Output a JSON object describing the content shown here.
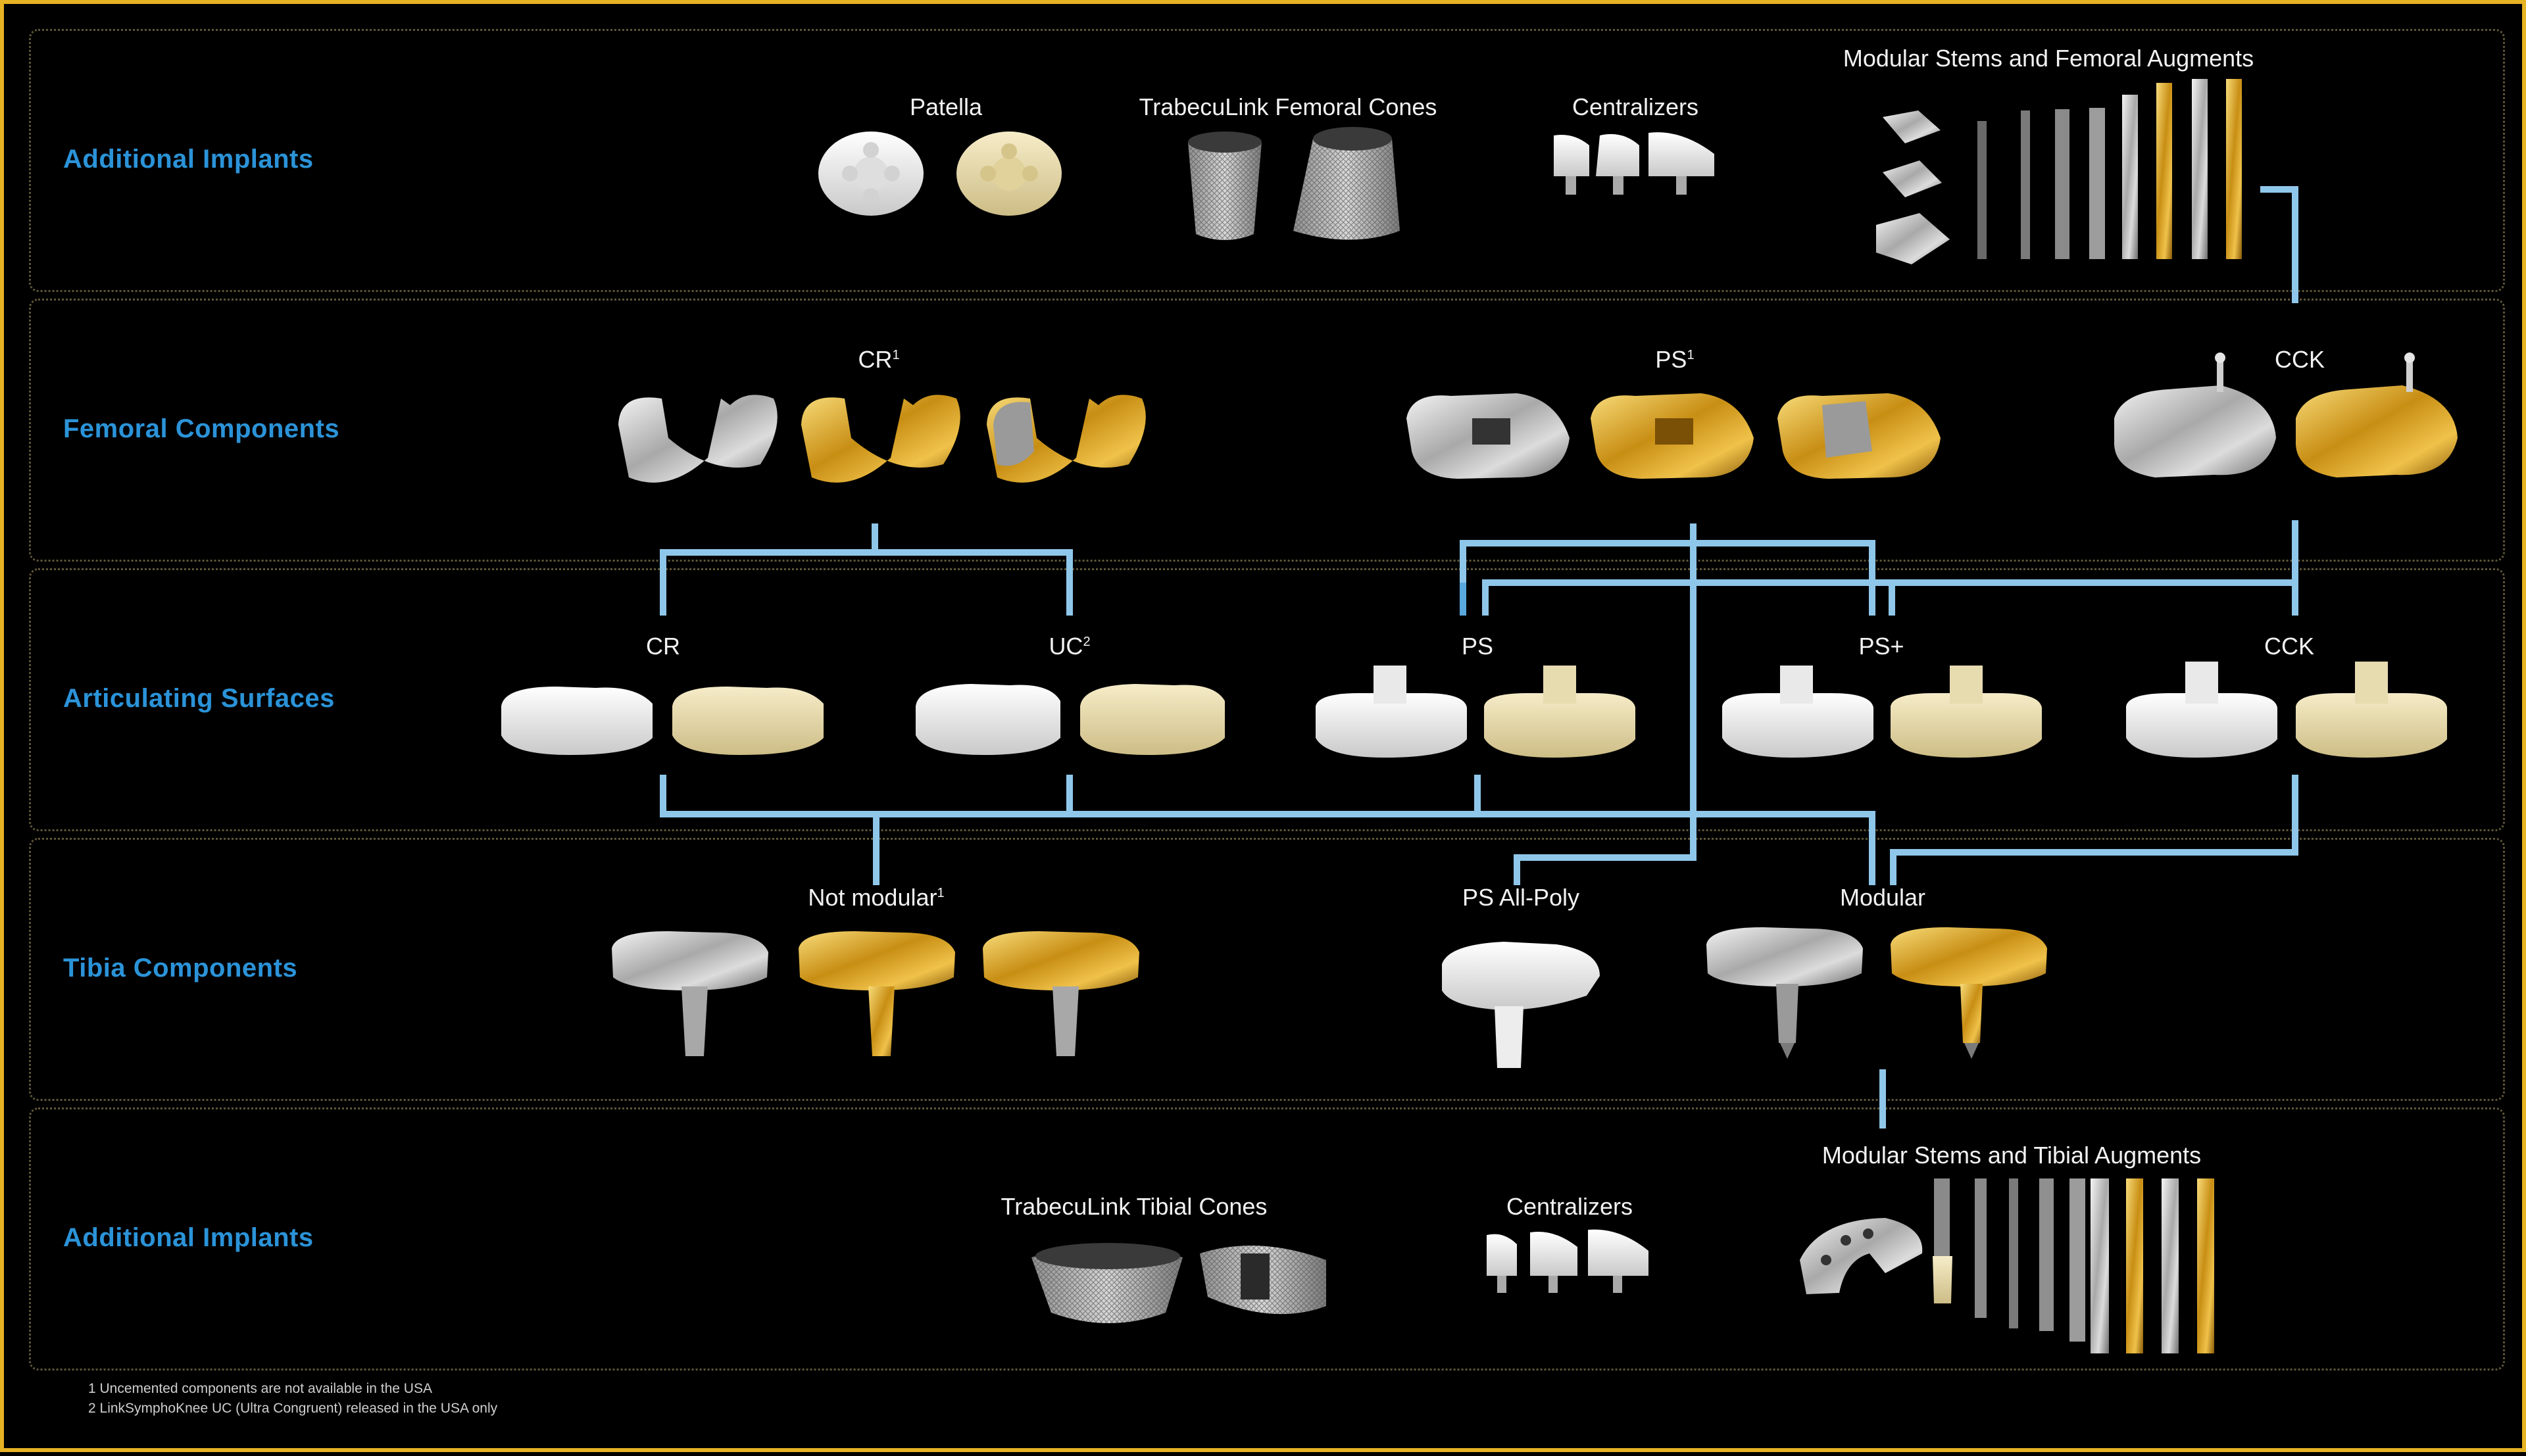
{
  "bands": {
    "top": {
      "title": "Additional Implants"
    },
    "femoral": {
      "title": "Femoral Components"
    },
    "articulating": {
      "title": "Articulating Surfaces"
    },
    "tibia": {
      "title": "Tibia Components"
    },
    "bottom": {
      "title": "Additional Implants"
    }
  },
  "labels": {
    "patella": "Patella",
    "femoral_cones": "TrabecuLink Femoral Cones",
    "centralizers_top": "Centralizers",
    "modular_stems_femoral": "Modular Stems and Femoral Augments",
    "fem_cr": "CR",
    "fem_cr_sup": "1",
    "fem_ps": "PS",
    "fem_ps_sup": "1",
    "fem_cck": "CCK",
    "art_cr": "CR",
    "art_uc": "UC",
    "art_uc_sup": "2",
    "art_ps": "PS",
    "art_psplus": "PS+",
    "art_cck": "CCK",
    "tib_notmodular": "Not modular",
    "tib_notmodular_sup": "1",
    "tib_psallpoly": "PS All-Poly",
    "tib_modular": "Modular",
    "tibial_cones": "TrabecuLink Tibial Cones",
    "centralizers_bottom": "Centralizers",
    "modular_stems_tibial": "Modular Stems and Tibial Augments"
  },
  "footnotes": {
    "note1": "1 Uncemented components are not available in the USA",
    "note2": "2 LinkSymphoKnee UC (Ultra Congruent) released in the USA only"
  },
  "colors": {
    "frame": "#e6b325",
    "title": "#2b93d8",
    "connector": "#8fc7ea",
    "connector_dark": "#5aa9de",
    "silver": "#b8b8b8",
    "gold": "#d9a52a",
    "poly_white": "#f1f1f1",
    "poly_cream": "#ede0b4"
  }
}
